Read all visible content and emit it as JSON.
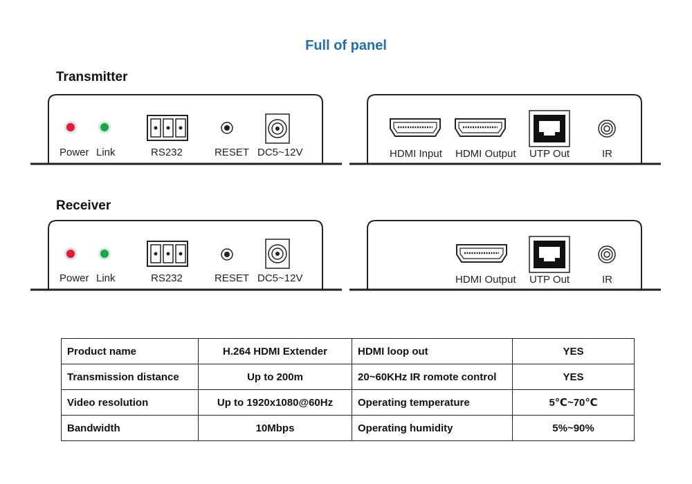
{
  "title": "Full of panel",
  "transmitter": {
    "label": "Transmitter",
    "front": [
      "Power",
      "Link",
      "RS232",
      "RESET",
      "DC5~12V"
    ],
    "back": [
      "HDMI Input",
      "HDMI Output",
      "UTP Out",
      "IR"
    ]
  },
  "receiver": {
    "label": "Receiver",
    "front": [
      "Power",
      "Link",
      "RS232",
      "RESET",
      "DC5~12V"
    ],
    "back": [
      "HDMI Output",
      "UTP Out",
      "IR"
    ]
  },
  "colors": {
    "title": "#1f6fb5",
    "power_led": "#e8192c",
    "link_led": "#1aa64a"
  },
  "specs": [
    [
      "Product name",
      "H.264 HDMI  Extender",
      "HDMI loop out",
      "YES"
    ],
    [
      "Transmission distance",
      "Up to 200m",
      "20~60KHz IR romote control",
      "YES"
    ],
    [
      "Video resolution",
      "Up to 1920x1080@60Hz",
      "Operating temperature",
      "5℃~70℃"
    ],
    [
      "Bandwidth",
      "10Mbps",
      "Operating humidity",
      "5%~90%"
    ]
  ]
}
